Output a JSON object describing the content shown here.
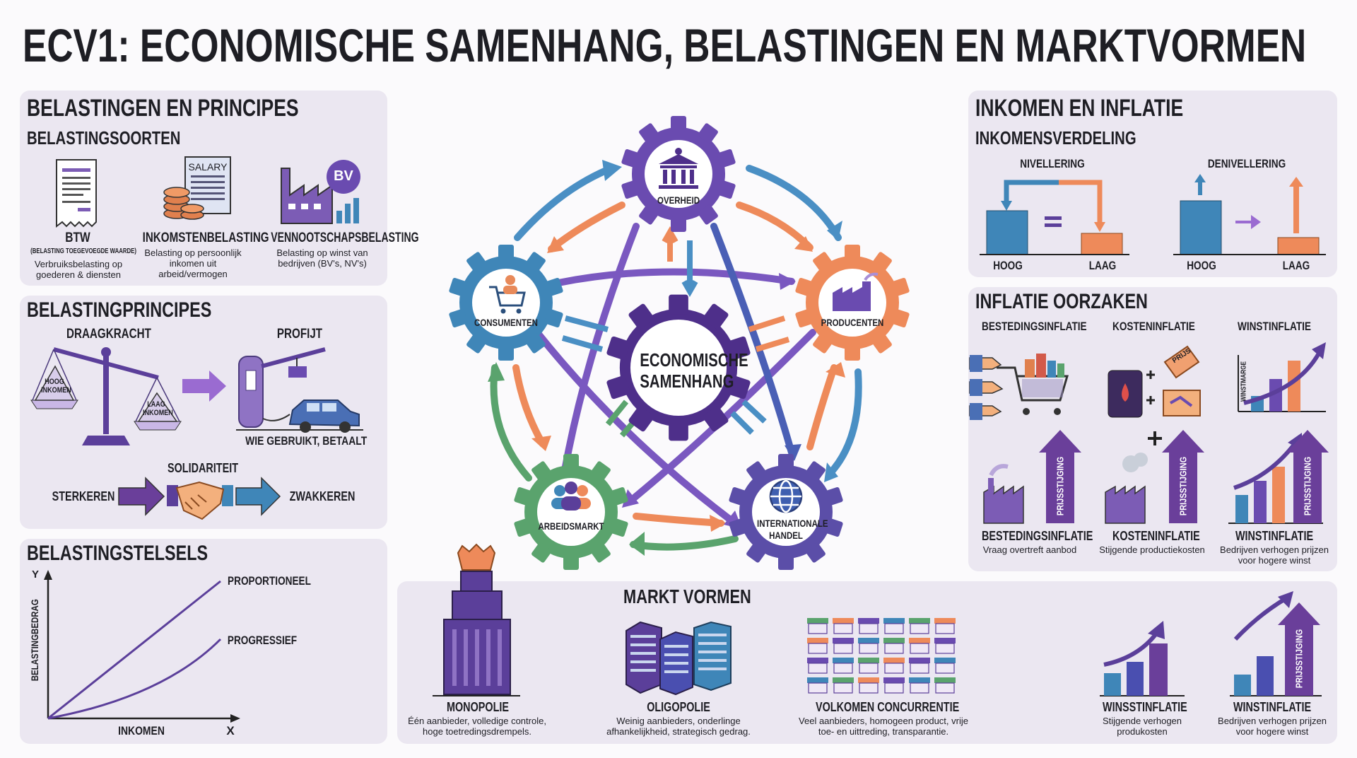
{
  "title": "ECV1: ECONOMISCHE SAMENHANG, BELASTINGEN EN MARKTVORMEN",
  "belastingen": {
    "title": "BELASTINGEN EN PRINCIPES",
    "soorten_title": "BELASTINGSOORTEN",
    "soorten": [
      {
        "name": "BTW",
        "sub": "(BELASTING TOEGEVOEGDE WAARDE)",
        "desc": "Verbruiksbelasting op goederen & diensten"
      },
      {
        "name": "INKOMSTENBELASTING",
        "icon_text": "SALARY",
        "desc": "Belasting op persoonlijk inkomen uit arbeid/vermogen"
      },
      {
        "name": "VENNOOTSCHAPSBELASTING",
        "icon_text": "BV",
        "desc": "Belasting op winst van bedrijven (BV's, NV's)"
      }
    ]
  },
  "principes": {
    "title": "BELASTINGPRINCIPES",
    "draagkracht": "DRAAGKRACHT",
    "hoog": "HOOG INKOMEN",
    "laag": "LAAG INKOMEN",
    "profijt": "PROFIJT",
    "profijt_sub": "WIE GEBRUIKT, BETAALT",
    "solidariteit": "SOLIDARITEIT",
    "sterkeren": "STERKEREN",
    "zwakkeren": "ZWAKKEREN"
  },
  "stelsels": {
    "title": "BELASTINGSTELSELS",
    "y": "Y",
    "x": "X",
    "ylabel": "BELASTINGBEDRAG",
    "xlabel": "INKOMEN",
    "proportioneel": "PROPORTIONEEL",
    "progressief": "PROGRESSIEF"
  },
  "center": {
    "core": "ECONOMISCHE SAMENHANG",
    "overheid": "OVERHEID",
    "consumenten": "CONSUMENTEN",
    "producenten": "PRODUCENTEN",
    "arbeidsmarkt": "ARBEIDSMARKT",
    "internationaal": "INTERNATIONALE HANDEL"
  },
  "inkomen": {
    "title": "INKOMEN EN INFLATIE",
    "verdeling": "INKOMENSVERDELING",
    "nivellering": "NIVELLERING",
    "denivellering": "DENIVELLERING",
    "hoog": "HOOG",
    "laag": "LAAG"
  },
  "inflatie": {
    "title": "INFLATIE OORZAKEN",
    "top": [
      "BESTEDINGSINFLATIE",
      "KOSTENINFLATIE",
      "WINSTINFLATIE"
    ],
    "winstmarge": "WINSTMARGE",
    "price_tag": "PRIJS",
    "prijsstijging": "PRIJSSTIJGING",
    "bottom": [
      {
        "name": "BESTEDINGSINFLATIE",
        "desc": "Vraag overtreft aanbod"
      },
      {
        "name": "KOSTENINFLATIE",
        "desc": "Stijgende productiekosten"
      },
      {
        "name": "WINSTINFLATIE",
        "desc": "Bedrijven verhogen prijzen voor hogere winst"
      }
    ]
  },
  "markt": {
    "title": "MARKT VORMEN",
    "vormen": [
      {
        "name": "MONOPOLIE",
        "desc": "Één aanbieder, volledige controle, hoge toetredingsdrempels."
      },
      {
        "name": "OLIGOPOLIE",
        "desc": "Weinig aanbieders, onderlinge afhankelijkheid, strategisch gedrag."
      },
      {
        "name": "VOLKOMEN CONCURRENTIE",
        "desc": "Veel aanbieders, homogeen product, vrije toe- en uittreding, transparantie."
      },
      {
        "name": "WINSSTINFLATIE",
        "desc": "Stijgende verhogen produkosten"
      },
      {
        "name": "WINSTINFLATIE",
        "desc": "Bedrijven verhogen prijzen voor hogere winst"
      }
    ]
  },
  "colors": {
    "purple": "#5b3f9a",
    "blue": "#3f86b8",
    "orange": "#ee8a5a",
    "green": "#5aa36d",
    "panel": "#ebe7f1"
  }
}
